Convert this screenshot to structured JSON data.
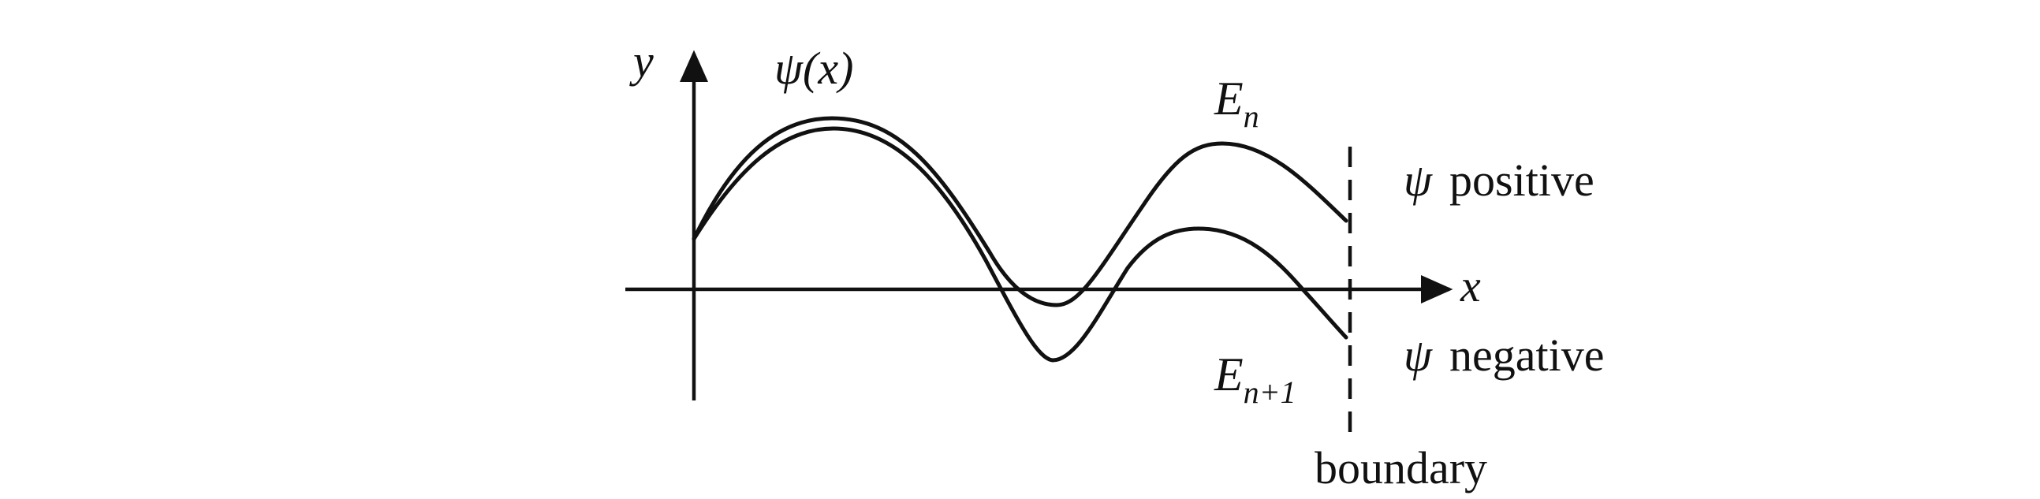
{
  "labels": {
    "y_axis": "y",
    "x_axis": "x",
    "psi_x": "ψ(x)",
    "en": {
      "base": "E",
      "sub": "n"
    },
    "en1": {
      "base": "E",
      "sub": "n+1"
    },
    "psi_positive": {
      "symbol": "ψ",
      "word": "positive"
    },
    "psi_negative": {
      "symbol": "ψ",
      "word": "negative"
    },
    "boundary": "boundary"
  },
  "colors": {
    "ink": "#111111",
    "background": "#ffffff"
  }
}
